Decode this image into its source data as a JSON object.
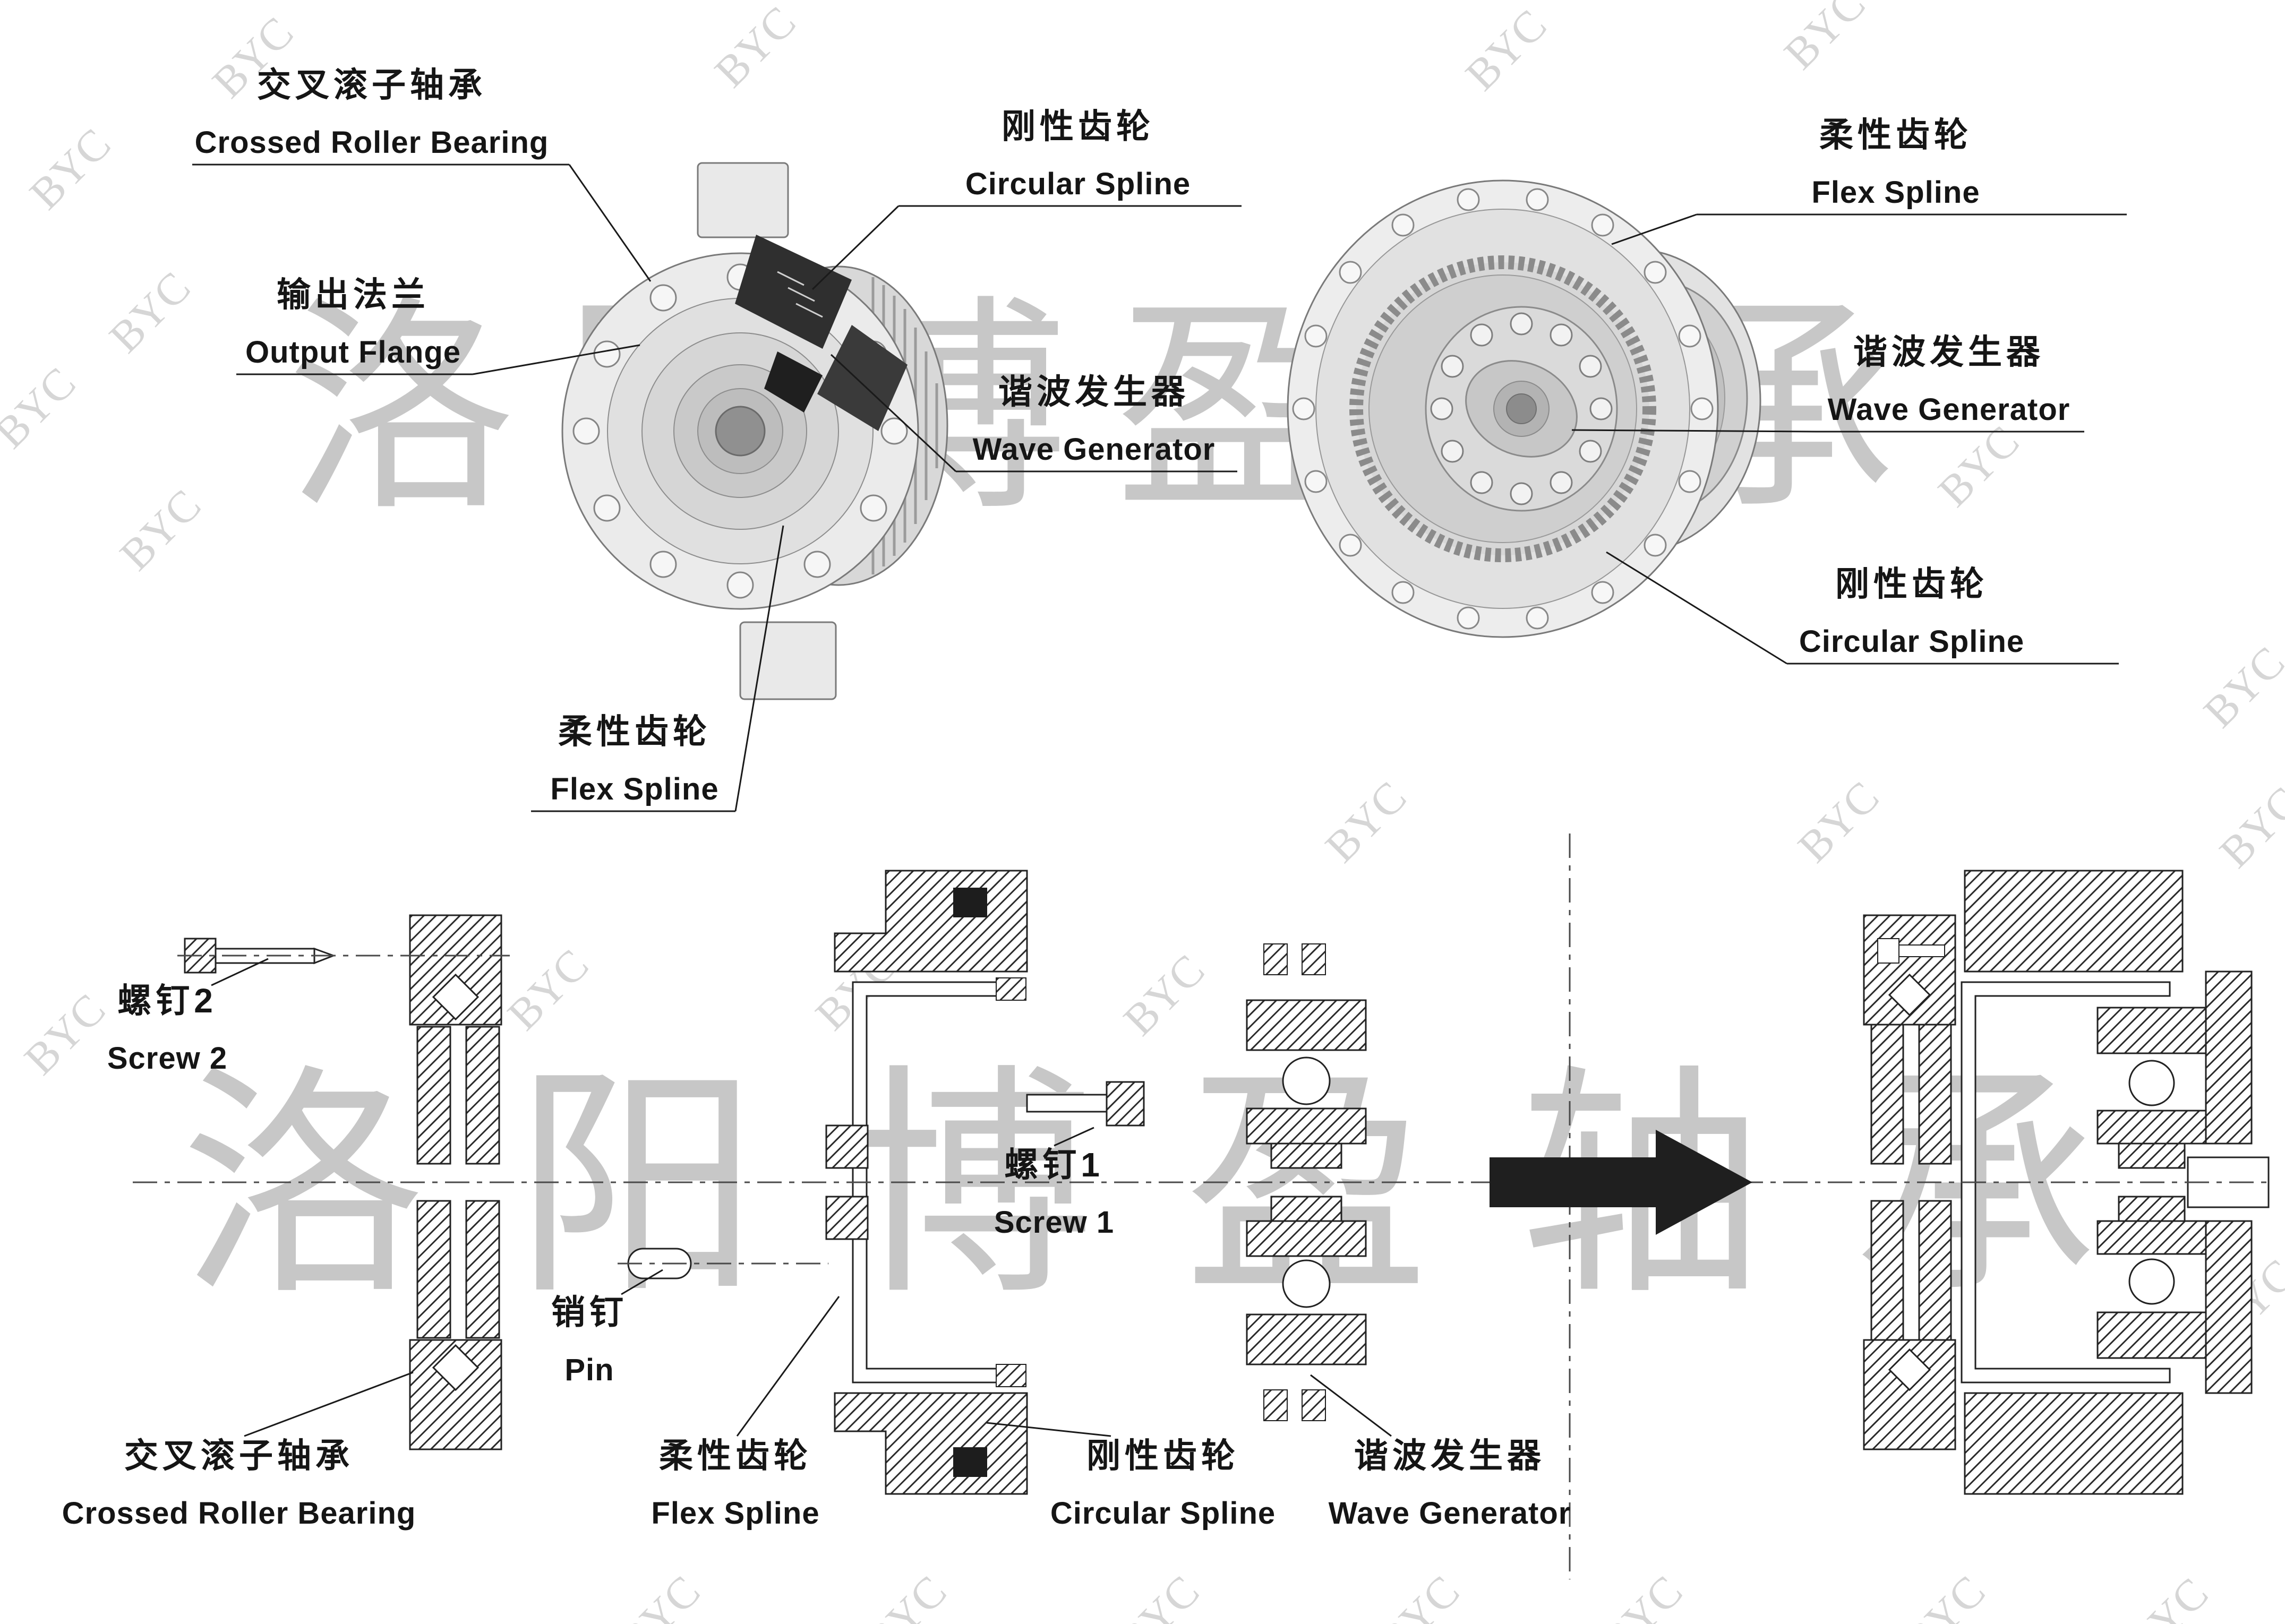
{
  "watermarks": {
    "brand": "洛阳博盈轴承",
    "byc": "BYC"
  },
  "colors": {
    "leader_line": "#1a1a1a",
    "centerline": "#4a4a4a",
    "hatch": "#2b2b2b",
    "watermark_brand": "#c7c7c7",
    "watermark_byc": "#d6d6d6",
    "cut_surface_dark": "#2f2f2f"
  },
  "diagrams": {
    "cutaway_unit": {
      "labels": {
        "crossed_roller_bearing": {
          "zh": "交叉滚子轴承",
          "en": "Crossed Roller Bearing"
        },
        "circular_spline": {
          "zh": "刚性齿轮",
          "en": "Circular Spline"
        },
        "output_flange": {
          "zh": "输出法兰",
          "en": "Output  Flange"
        },
        "wave_generator": {
          "zh": "谐波发生器",
          "en": "Wave Generator"
        },
        "flex_spline": {
          "zh": "柔性齿轮",
          "en": "Flex Spline"
        }
      }
    },
    "flexspline_unit": {
      "labels": {
        "flex_spline": {
          "zh": "柔性齿轮",
          "en": "Flex Spline"
        },
        "wave_generator": {
          "zh": "谐波发生器",
          "en": "Wave Generator"
        },
        "circular_spline": {
          "zh": "刚性齿轮",
          "en": "Circular Spline"
        }
      }
    },
    "exploded_view": {
      "labels": {
        "screw2": {
          "zh": "螺钉2",
          "en": "Screw 2"
        },
        "crossed_roller_bearing": {
          "zh": "交叉滚子轴承",
          "en": "Crossed Roller Bearing"
        },
        "pin": {
          "zh": "销钉",
          "en": "Pin"
        },
        "flex_spline": {
          "zh": "柔性齿轮",
          "en": "Flex Spline"
        },
        "screw1": {
          "zh": "螺钉1",
          "en": "Screw 1"
        },
        "circular_spline": {
          "zh": "刚性齿轮",
          "en": "Circular Spline"
        },
        "wave_generator": {
          "zh": "谐波发生器",
          "en": "Wave Generator"
        }
      }
    }
  }
}
